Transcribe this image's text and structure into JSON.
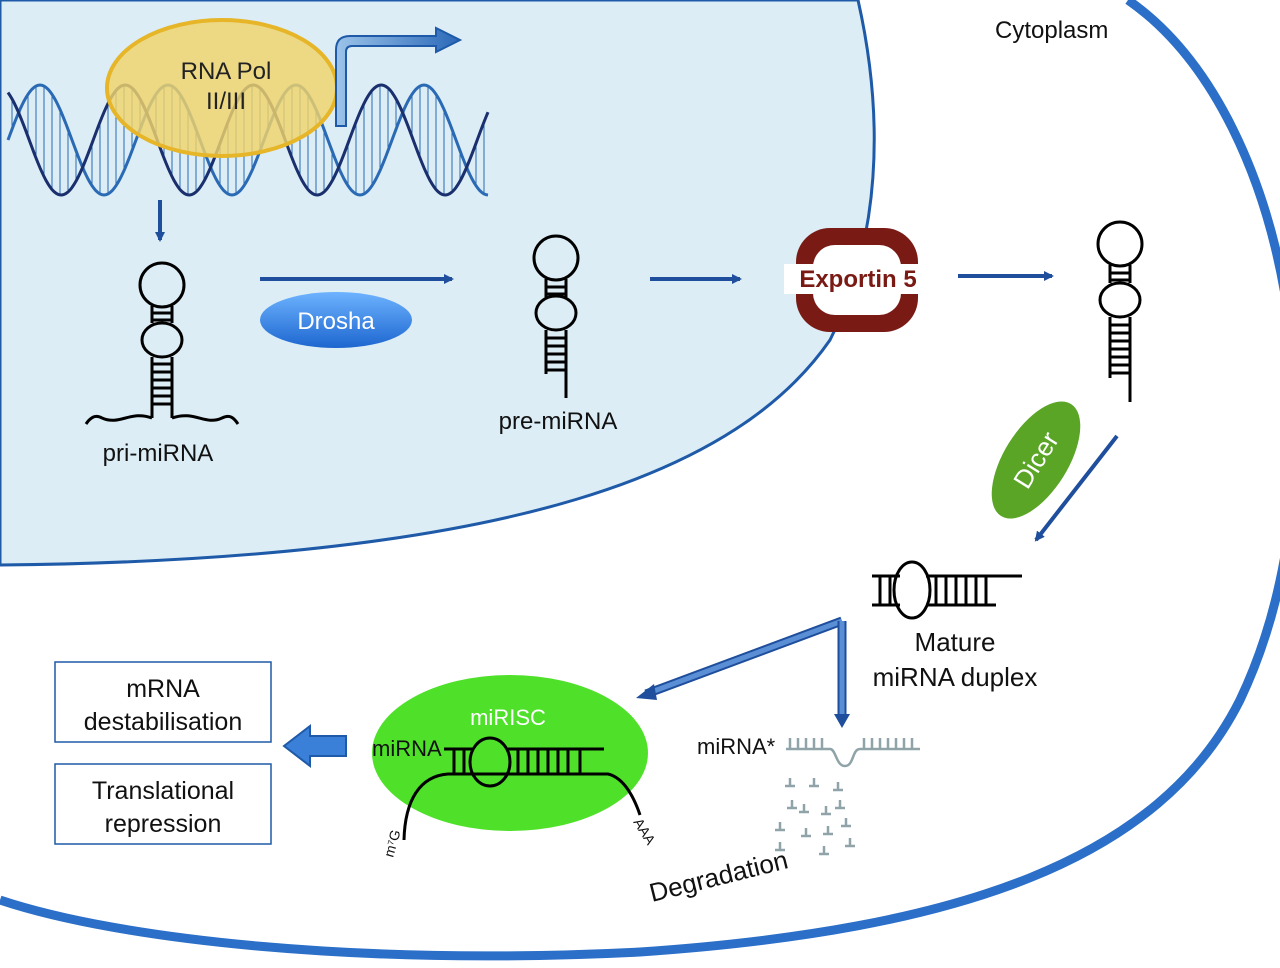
{
  "labels": {
    "cytoplasm": "Cytoplasm",
    "rna_pol_line1": "RNA Pol",
    "rna_pol_line2": "II/III",
    "pri_mirna": "pri-miRNA",
    "drosha": "Drosha",
    "pre_mirna": "pre-miRNA",
    "exportin": "Exportin 5",
    "dicer": "Dicer",
    "mature_line1": "Mature",
    "mature_line2": "miRNA duplex",
    "mirisc": "miRISC",
    "mirna": "miRNA",
    "m7g": "m⁷G",
    "aaa": "AAA",
    "mirna_star": "miRNA*",
    "degradation": "Degradation"
  },
  "outcomes": [
    {
      "line1": "mRNA",
      "line2": "destabilisation"
    },
    {
      "line1": "Translational",
      "line2": "repression"
    }
  ],
  "colors": {
    "nucleus_fill": "#dcedf5",
    "membrane": "#1e5aa8",
    "arrow": "#1f4e9c",
    "rna_pol": "#f0d36b",
    "drosha": "#2f7fe0",
    "exportin": "#7a1a14",
    "dicer": "#5aa526",
    "mirisc": "#4fe02a",
    "degradation_rna": "#8fa3a8"
  }
}
